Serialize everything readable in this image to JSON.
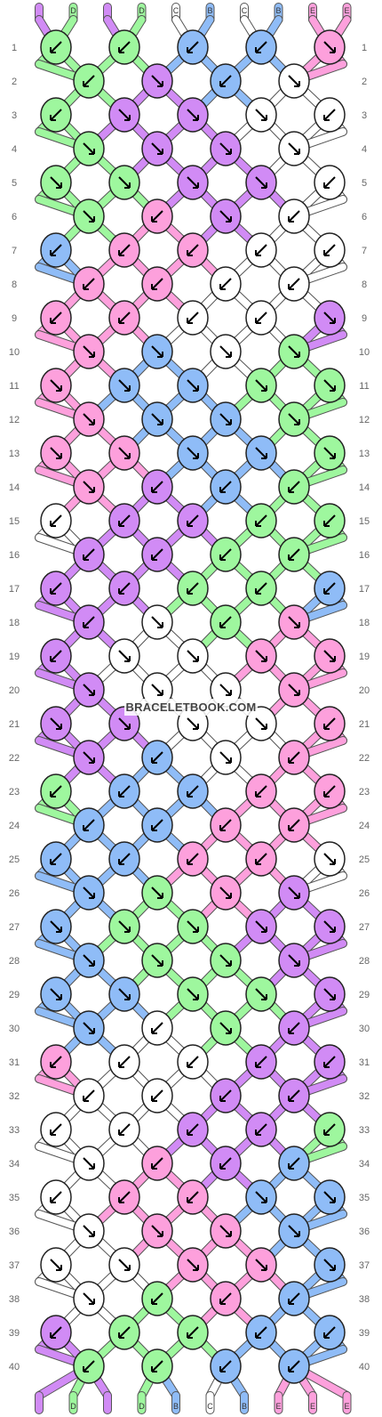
{
  "watermark": "BRACELETBOOK.COM",
  "colors": {
    "D": "#9ef79e",
    "C": "#ffffff",
    "B": "#8fbcf7",
    "E": "#fda0dc",
    "P": "#d18bf5"
  },
  "palette_labels": {
    "D": "D",
    "C": "C",
    "B": "B",
    "E": "E",
    "P": ""
  },
  "strands_top": [
    "P",
    "D",
    "P",
    "D",
    "C",
    "B",
    "C",
    "B",
    "E",
    "E"
  ],
  "strands_bottom": [
    "P",
    "D",
    "P",
    "D",
    "B",
    "C",
    "B",
    "E",
    "E",
    "E"
  ],
  "row_count": 40,
  "knots": [
    [
      [
        "D",
        "fl"
      ],
      [
        "D",
        "fl"
      ],
      [
        "B",
        "fl"
      ],
      [
        "B",
        "fl"
      ],
      [
        "E",
        "f"
      ]
    ],
    [
      [
        "D",
        "fl"
      ],
      [
        "P",
        "f"
      ],
      [
        "B",
        "fl"
      ],
      [
        "C",
        "f"
      ]
    ],
    [
      [
        "D",
        "fl"
      ],
      [
        "P",
        "f"
      ],
      [
        "P",
        "f"
      ],
      [
        "C",
        "f"
      ],
      [
        "C",
        "fl"
      ]
    ],
    [
      [
        "D",
        "f"
      ],
      [
        "P",
        "f"
      ],
      [
        "P",
        "f"
      ],
      [
        "C",
        "f"
      ]
    ],
    [
      [
        "D",
        "f"
      ],
      [
        "D",
        "f"
      ],
      [
        "P",
        "f"
      ],
      [
        "P",
        "f"
      ],
      [
        "C",
        "fl"
      ]
    ],
    [
      [
        "D",
        "f"
      ],
      [
        "E",
        "fl"
      ],
      [
        "P",
        "f"
      ],
      [
        "C",
        "fl"
      ]
    ],
    [
      [
        "B",
        "fl"
      ],
      [
        "E",
        "fl"
      ],
      [
        "E",
        "fl"
      ],
      [
        "C",
        "fl"
      ],
      [
        "C",
        "fl"
      ]
    ],
    [
      [
        "E",
        "fl"
      ],
      [
        "E",
        "fl"
      ],
      [
        "C",
        "fl"
      ],
      [
        "C",
        "fl"
      ]
    ],
    [
      [
        "E",
        "fl"
      ],
      [
        "E",
        "fl"
      ],
      [
        "C",
        "fl"
      ],
      [
        "C",
        "fl"
      ],
      [
        "P",
        "f"
      ]
    ],
    [
      [
        "E",
        "f"
      ],
      [
        "B",
        "f"
      ],
      [
        "C",
        "f"
      ],
      [
        "D",
        "f"
      ]
    ],
    [
      [
        "E",
        "f"
      ],
      [
        "B",
        "f"
      ],
      [
        "B",
        "f"
      ],
      [
        "D",
        "f"
      ],
      [
        "D",
        "f"
      ]
    ],
    [
      [
        "E",
        "f"
      ],
      [
        "B",
        "f"
      ],
      [
        "B",
        "f"
      ],
      [
        "D",
        "f"
      ]
    ],
    [
      [
        "E",
        "f"
      ],
      [
        "E",
        "f"
      ],
      [
        "B",
        "f"
      ],
      [
        "B",
        "f"
      ],
      [
        "D",
        "f"
      ]
    ],
    [
      [
        "E",
        "f"
      ],
      [
        "P",
        "fl"
      ],
      [
        "B",
        "fl"
      ],
      [
        "D",
        "fl"
      ]
    ],
    [
      [
        "C",
        "fl"
      ],
      [
        "P",
        "fl"
      ],
      [
        "P",
        "fl"
      ],
      [
        "D",
        "fl"
      ],
      [
        "D",
        "fl"
      ]
    ],
    [
      [
        "P",
        "fl"
      ],
      [
        "P",
        "fl"
      ],
      [
        "D",
        "fl"
      ],
      [
        "D",
        "fl"
      ]
    ],
    [
      [
        "P",
        "fl"
      ],
      [
        "P",
        "fl"
      ],
      [
        "D",
        "fl"
      ],
      [
        "D",
        "fl"
      ],
      [
        "B",
        "fl"
      ]
    ],
    [
      [
        "P",
        "fl"
      ],
      [
        "C",
        "f"
      ],
      [
        "D",
        "fl"
      ],
      [
        "E",
        "f"
      ]
    ],
    [
      [
        "P",
        "fl"
      ],
      [
        "C",
        "f"
      ],
      [
        "C",
        "f"
      ],
      [
        "E",
        "f"
      ],
      [
        "E",
        "f"
      ]
    ],
    [
      [
        "P",
        "f"
      ],
      [
        "C",
        "f"
      ],
      [
        "C",
        "f"
      ],
      [
        "E",
        "f"
      ]
    ],
    [
      [
        "P",
        "f"
      ],
      [
        "P",
        "f"
      ],
      [
        "C",
        "f"
      ],
      [
        "C",
        "f"
      ],
      [
        "E",
        "fl"
      ]
    ],
    [
      [
        "P",
        "f"
      ],
      [
        "B",
        "fl"
      ],
      [
        "C",
        "f"
      ],
      [
        "E",
        "fl"
      ]
    ],
    [
      [
        "D",
        "fl"
      ],
      [
        "B",
        "fl"
      ],
      [
        "B",
        "fl"
      ],
      [
        "E",
        "fl"
      ],
      [
        "E",
        "fl"
      ]
    ],
    [
      [
        "B",
        "fl"
      ],
      [
        "B",
        "fl"
      ],
      [
        "E",
        "fl"
      ],
      [
        "E",
        "fl"
      ]
    ],
    [
      [
        "B",
        "fl"
      ],
      [
        "B",
        "fl"
      ],
      [
        "E",
        "fl"
      ],
      [
        "E",
        "fl"
      ],
      [
        "C",
        "f"
      ]
    ],
    [
      [
        "B",
        "f"
      ],
      [
        "D",
        "f"
      ],
      [
        "E",
        "f"
      ],
      [
        "P",
        "f"
      ]
    ],
    [
      [
        "B",
        "f"
      ],
      [
        "D",
        "f"
      ],
      [
        "D",
        "f"
      ],
      [
        "P",
        "f"
      ],
      [
        "P",
        "f"
      ]
    ],
    [
      [
        "B",
        "f"
      ],
      [
        "D",
        "f"
      ],
      [
        "D",
        "f"
      ],
      [
        "P",
        "f"
      ]
    ],
    [
      [
        "B",
        "f"
      ],
      [
        "B",
        "f"
      ],
      [
        "D",
        "f"
      ],
      [
        "D",
        "f"
      ],
      [
        "P",
        "f"
      ]
    ],
    [
      [
        "B",
        "f"
      ],
      [
        "C",
        "fl"
      ],
      [
        "D",
        "f"
      ],
      [
        "P",
        "fl"
      ]
    ],
    [
      [
        "E",
        "fl"
      ],
      [
        "C",
        "fl"
      ],
      [
        "C",
        "fl"
      ],
      [
        "P",
        "fl"
      ],
      [
        "P",
        "fl"
      ]
    ],
    [
      [
        "C",
        "fl"
      ],
      [
        "C",
        "fl"
      ],
      [
        "P",
        "fl"
      ],
      [
        "P",
        "fl"
      ]
    ],
    [
      [
        "C",
        "fl"
      ],
      [
        "C",
        "fl"
      ],
      [
        "P",
        "fl"
      ],
      [
        "P",
        "fl"
      ],
      [
        "D",
        "fl"
      ]
    ],
    [
      [
        "C",
        "f"
      ],
      [
        "E",
        "fl"
      ],
      [
        "P",
        "fl"
      ],
      [
        "B",
        "fl"
      ]
    ],
    [
      [
        "C",
        "fl"
      ],
      [
        "E",
        "fl"
      ],
      [
        "E",
        "fl"
      ],
      [
        "B",
        "f"
      ],
      [
        "B",
        "f"
      ]
    ],
    [
      [
        "C",
        "f"
      ],
      [
        "E",
        "f"
      ],
      [
        "E",
        "f"
      ],
      [
        "B",
        "f"
      ]
    ],
    [
      [
        "C",
        "f"
      ],
      [
        "C",
        "f"
      ],
      [
        "E",
        "f"
      ],
      [
        "E",
        "f"
      ],
      [
        "B",
        "f"
      ]
    ],
    [
      [
        "C",
        "f"
      ],
      [
        "D",
        "fl"
      ],
      [
        "E",
        "fl"
      ],
      [
        "B",
        "fl"
      ]
    ],
    [
      [
        "P",
        "fl"
      ],
      [
        "D",
        "fl"
      ],
      [
        "D",
        "fl"
      ],
      [
        "B",
        "fl"
      ],
      [
        "B",
        "fl"
      ]
    ],
    [
      [
        "D",
        "fl"
      ],
      [
        "D",
        "fl"
      ],
      [
        "B",
        "fl"
      ],
      [
        "B",
        "fl"
      ]
    ]
  ]
}
